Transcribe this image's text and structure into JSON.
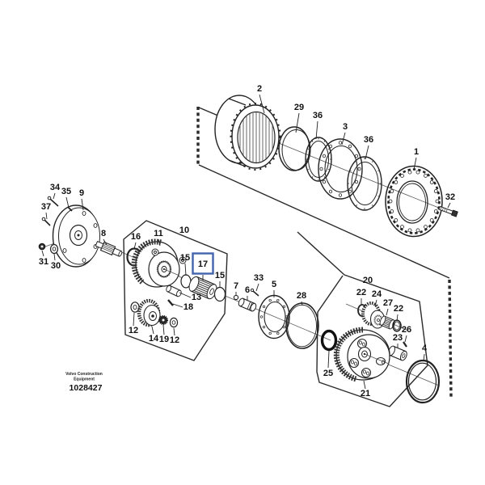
{
  "footer": {
    "brand_line1": "Volvo Construction",
    "brand_line2": "Equipment",
    "document_number": "1028427"
  },
  "highlight": {
    "selected_callout": "17",
    "box_color": "#4363ad"
  },
  "colors": {
    "line": "#222222",
    "background": "#ffffff"
  },
  "callouts": {
    "c1": "1",
    "c2": "2",
    "c3": "3",
    "c4": "4",
    "c5": "5",
    "c6": "6",
    "c7": "7",
    "c8": "8",
    "c9": "9",
    "c10": "10",
    "c11": "11",
    "c12a": "12",
    "c12b": "12",
    "c13": "13",
    "c14": "14",
    "c15a": "15",
    "c15b": "15",
    "c16": "16",
    "c17": "17",
    "c18": "18",
    "c19": "19",
    "c20": "20",
    "c21": "21",
    "c22a": "22",
    "c22b": "22",
    "c23": "23",
    "c24": "24",
    "c25": "25",
    "c26": "26",
    "c27": "27",
    "c28": "28",
    "c29": "29",
    "c30": "30",
    "c31": "31",
    "c32": "32",
    "c33": "33",
    "c34": "34",
    "c35": "35",
    "c36a": "36",
    "c36b": "36",
    "c37": "37"
  }
}
